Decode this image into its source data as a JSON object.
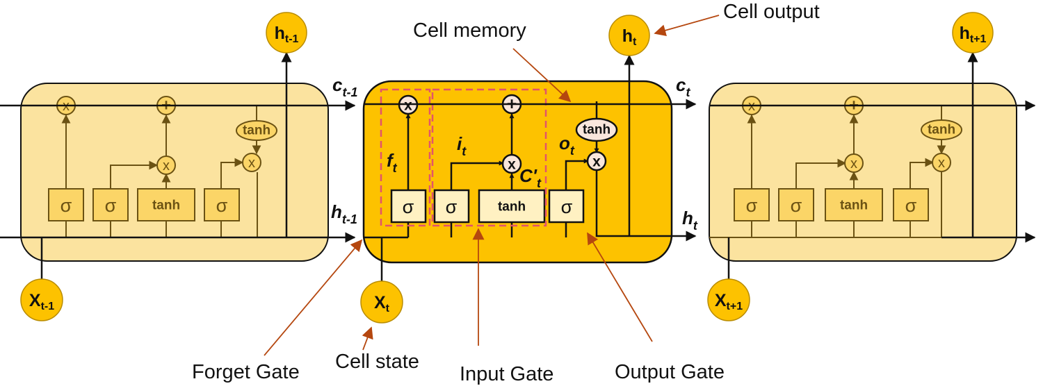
{
  "colors": {
    "faded_cell_fill": "#fbe39f",
    "active_cell_fill": "#fdc200",
    "faded_box_fill": "#fbd567",
    "active_box_fill": "#fff1c2",
    "node_fill": "#fdc200",
    "tanh_active_fill": "#f9e6dc",
    "annotation_arrow": "#b5470f",
    "dashed_highlight": "#e2546b",
    "line": "#111111",
    "faded_line": "#6b5213"
  },
  "cells": {
    "prev": {
      "gates": {
        "g1": "σ",
        "g2": "σ",
        "g3": "tanh",
        "g4": "σ"
      },
      "ops": {
        "mul1": "x",
        "add": "+",
        "mul2": "x",
        "mul3": "x"
      },
      "tanh": "tanh",
      "input": {
        "main": "X",
        "sub": "t-1"
      },
      "output": {
        "main": "h",
        "sub": "t-1"
      }
    },
    "curr": {
      "gates": {
        "g1": "σ",
        "g2": "σ",
        "g3": "tanh",
        "g4": "σ"
      },
      "ops": {
        "mul1": "x",
        "add": "+",
        "mul2": "x",
        "mul3": "x"
      },
      "tanh": "tanh",
      "input": {
        "main": "X",
        "sub": "t"
      },
      "output": {
        "main": "h",
        "sub": "t"
      },
      "labels": {
        "f": {
          "main": "f",
          "sub": "t"
        },
        "i": {
          "main": "i",
          "sub": "t"
        },
        "o": {
          "main": "o",
          "sub": "t"
        },
        "c": {
          "main": "C'",
          "sub": "t"
        }
      }
    },
    "next": {
      "gates": {
        "g1": "σ",
        "g2": "σ",
        "g3": "tanh",
        "g4": "σ"
      },
      "ops": {
        "mul1": "x",
        "add": "+",
        "mul2": "x",
        "mul3": "x"
      },
      "tanh": "tanh",
      "input": {
        "main": "X",
        "sub": "t+1"
      },
      "output": {
        "main": "h",
        "sub": "t+1"
      }
    }
  },
  "state_labels": {
    "c_prev": {
      "main": "c",
      "sub": "t-1"
    },
    "c_curr": {
      "main": "c",
      "sub": "t"
    },
    "h_prev": {
      "main": "h",
      "sub": "t-1"
    },
    "h_curr": {
      "main": "h",
      "sub": "t"
    }
  },
  "annotations": {
    "cell_memory": "Cell memory",
    "cell_output": "Cell output",
    "forget_gate": "Forget Gate",
    "cell_state": "Cell state",
    "input_gate": "Input Gate",
    "output_gate": "Output Gate"
  }
}
